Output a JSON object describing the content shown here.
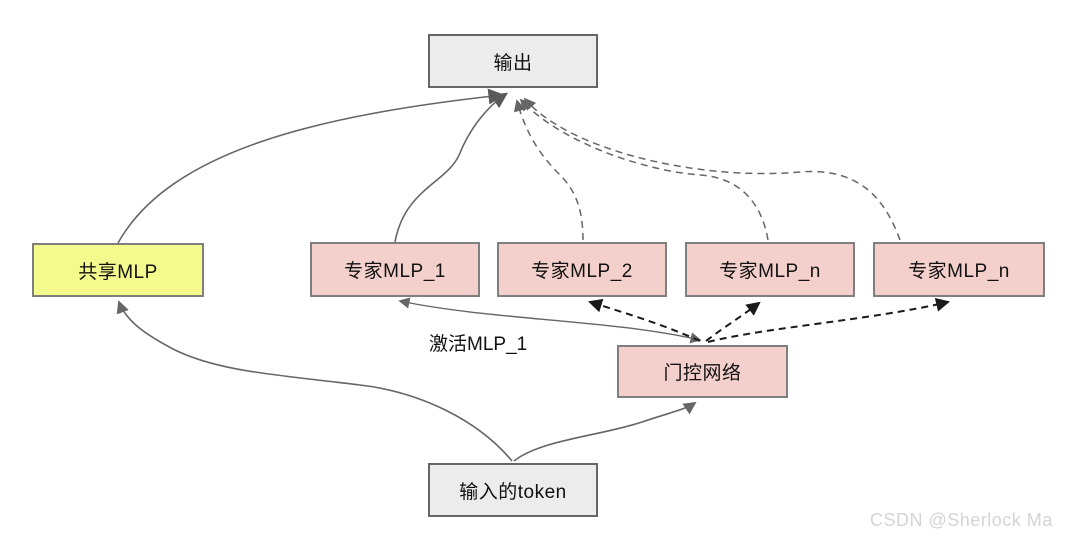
{
  "diagram": {
    "nodes": {
      "output": {
        "label": "输出",
        "fill": "#ececec",
        "border": "#666666"
      },
      "shared_mlp": {
        "label": "共享MLP",
        "fill": "#f5fa8c",
        "border": "#7f7f7f"
      },
      "expert_mlp_1": {
        "label": "专家MLP_1",
        "fill": "#f4d0cc",
        "border": "#7f7f7f"
      },
      "expert_mlp_2": {
        "label": "专家MLP_2",
        "fill": "#f4d0cc",
        "border": "#7f7f7f"
      },
      "expert_mlp_n3": {
        "label": "专家MLP_n",
        "fill": "#f4d0cc",
        "border": "#7f7f7f"
      },
      "expert_mlp_n4": {
        "label": "专家MLP_n",
        "fill": "#f4d0cc",
        "border": "#7f7f7f"
      },
      "gating_network": {
        "label": "门控网络",
        "fill": "#f4d0cc",
        "border": "#7f7f7f"
      },
      "input_token": {
        "label": "输入的token",
        "fill": "#ececec",
        "border": "#666666"
      }
    },
    "edges": [
      {
        "from": "shared_mlp",
        "to": "output",
        "style": "solid"
      },
      {
        "from": "expert_mlp_1",
        "to": "output",
        "style": "solid"
      },
      {
        "from": "expert_mlp_2",
        "to": "output",
        "style": "dashed"
      },
      {
        "from": "expert_mlp_n3",
        "to": "output",
        "style": "dashed"
      },
      {
        "from": "expert_mlp_n4",
        "to": "output",
        "style": "dashed"
      },
      {
        "from": "gating_network",
        "to": "expert_mlp_1",
        "style": "solid",
        "label": "激活MLP_1",
        "bidirectional": true
      },
      {
        "from": "gating_network",
        "to": "expert_mlp_2",
        "style": "dashed"
      },
      {
        "from": "gating_network",
        "to": "expert_mlp_n3",
        "style": "dashed"
      },
      {
        "from": "gating_network",
        "to": "expert_mlp_n4",
        "style": "dashed"
      },
      {
        "from": "input_token",
        "to": "shared_mlp",
        "style": "solid"
      },
      {
        "from": "input_token",
        "to": "gating_network",
        "style": "solid"
      }
    ],
    "edge_label_activate": "激活MLP_1",
    "watermark": "CSDN @Sherlock  Ma",
    "colors": {
      "solid_edge": "#666666",
      "dashed_edge_to_output": "#666666",
      "dashed_edge_from_gate": "#1a1a1a",
      "watermark": "#d4d4d4",
      "node_text": "#111111"
    }
  }
}
